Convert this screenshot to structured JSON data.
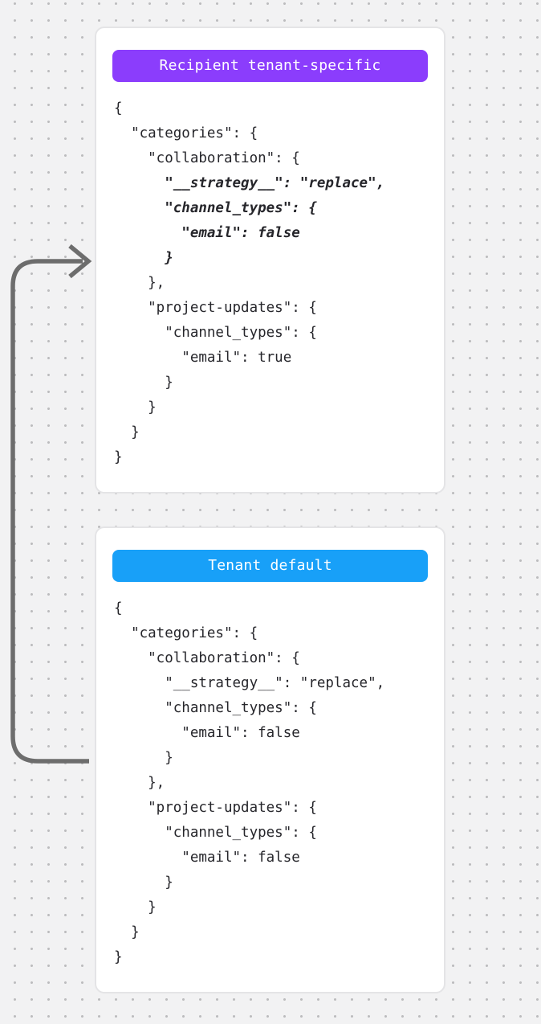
{
  "page": {
    "background_color": "#f2f2f3",
    "dot_color": "#bcbcbe",
    "code_text_color": "#26262b"
  },
  "arrow": {
    "color": "#6d6d6d",
    "direction": "from tenant-default card up into recipient-tenant-specific card"
  },
  "cards": [
    {
      "badge": {
        "label": "Recipient tenant-specific",
        "background": "#8b3dfc",
        "text_color": "#ffffff"
      },
      "code_lines": [
        {
          "text": "{",
          "emphasis": false
        },
        {
          "text": "  \"categories\": {",
          "emphasis": false
        },
        {
          "text": "    \"collaboration\": {",
          "emphasis": false
        },
        {
          "text": "      \"__strategy__\": \"replace\",",
          "emphasis": true
        },
        {
          "text": "      \"channel_types\": {",
          "emphasis": true
        },
        {
          "text": "        \"email\": false",
          "emphasis": true
        },
        {
          "text": "      }",
          "emphasis": true
        },
        {
          "text": "    },",
          "emphasis": false
        },
        {
          "text": "    \"project-updates\": {",
          "emphasis": false
        },
        {
          "text": "      \"channel_types\": {",
          "emphasis": false
        },
        {
          "text": "        \"email\": true",
          "emphasis": false
        },
        {
          "text": "      }",
          "emphasis": false
        },
        {
          "text": "    }",
          "emphasis": false
        },
        {
          "text": "  }",
          "emphasis": false
        },
        {
          "text": "}",
          "emphasis": false
        }
      ]
    },
    {
      "badge": {
        "label": "Tenant default",
        "background": "#18a0f8",
        "text_color": "#ffffff"
      },
      "code_lines": [
        {
          "text": "{",
          "emphasis": false
        },
        {
          "text": "  \"categories\": {",
          "emphasis": false
        },
        {
          "text": "    \"collaboration\": {",
          "emphasis": false
        },
        {
          "text": "      \"__strategy__\": \"replace\",",
          "emphasis": false
        },
        {
          "text": "      \"channel_types\": {",
          "emphasis": false
        },
        {
          "text": "        \"email\": false",
          "emphasis": false
        },
        {
          "text": "      }",
          "emphasis": false
        },
        {
          "text": "    },",
          "emphasis": false
        },
        {
          "text": "    \"project-updates\": {",
          "emphasis": false
        },
        {
          "text": "      \"channel_types\": {",
          "emphasis": false
        },
        {
          "text": "        \"email\": false",
          "emphasis": false
        },
        {
          "text": "      }",
          "emphasis": false
        },
        {
          "text": "    }",
          "emphasis": false
        },
        {
          "text": "  }",
          "emphasis": false
        },
        {
          "text": "}",
          "emphasis": false
        }
      ]
    }
  ]
}
